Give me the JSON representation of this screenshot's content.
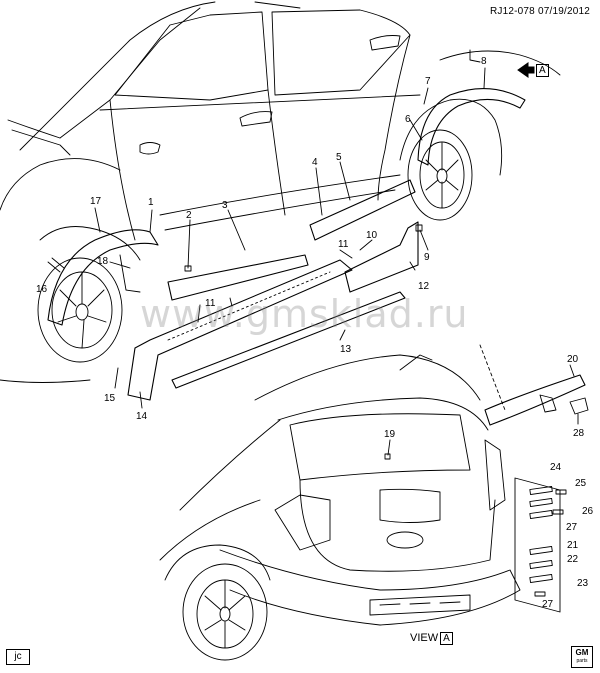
{
  "header": {
    "code": "RJ12-078",
    "date": "07/19/2012"
  },
  "watermark": "www.gmsklad.ru",
  "view_label": "VIEW",
  "view_letter": "A",
  "arrow_letter": "A",
  "corner_label": "jc",
  "logo": {
    "line1": "GM",
    "line2": "parts"
  },
  "colors": {
    "line": "#000000",
    "watermark": "#8c8c8c"
  },
  "callouts": {
    "c1": "1",
    "c2": "2",
    "c3": "3",
    "c4": "4",
    "c5": "5",
    "c6": "6",
    "c7": "7",
    "c8": "8",
    "c9": "9",
    "c10": "10",
    "c11a": "11",
    "c11b": "11",
    "c12": "12",
    "c13": "13",
    "c14": "14",
    "c15": "15",
    "c16": "16",
    "c17": "17",
    "c18": "18",
    "c19": "19",
    "c20": "20",
    "c21": "21",
    "c22": "22",
    "c23": "23",
    "c24": "24",
    "c25": "25",
    "c26": "26",
    "c27a": "27",
    "c27b": "27",
    "c28": "28"
  }
}
